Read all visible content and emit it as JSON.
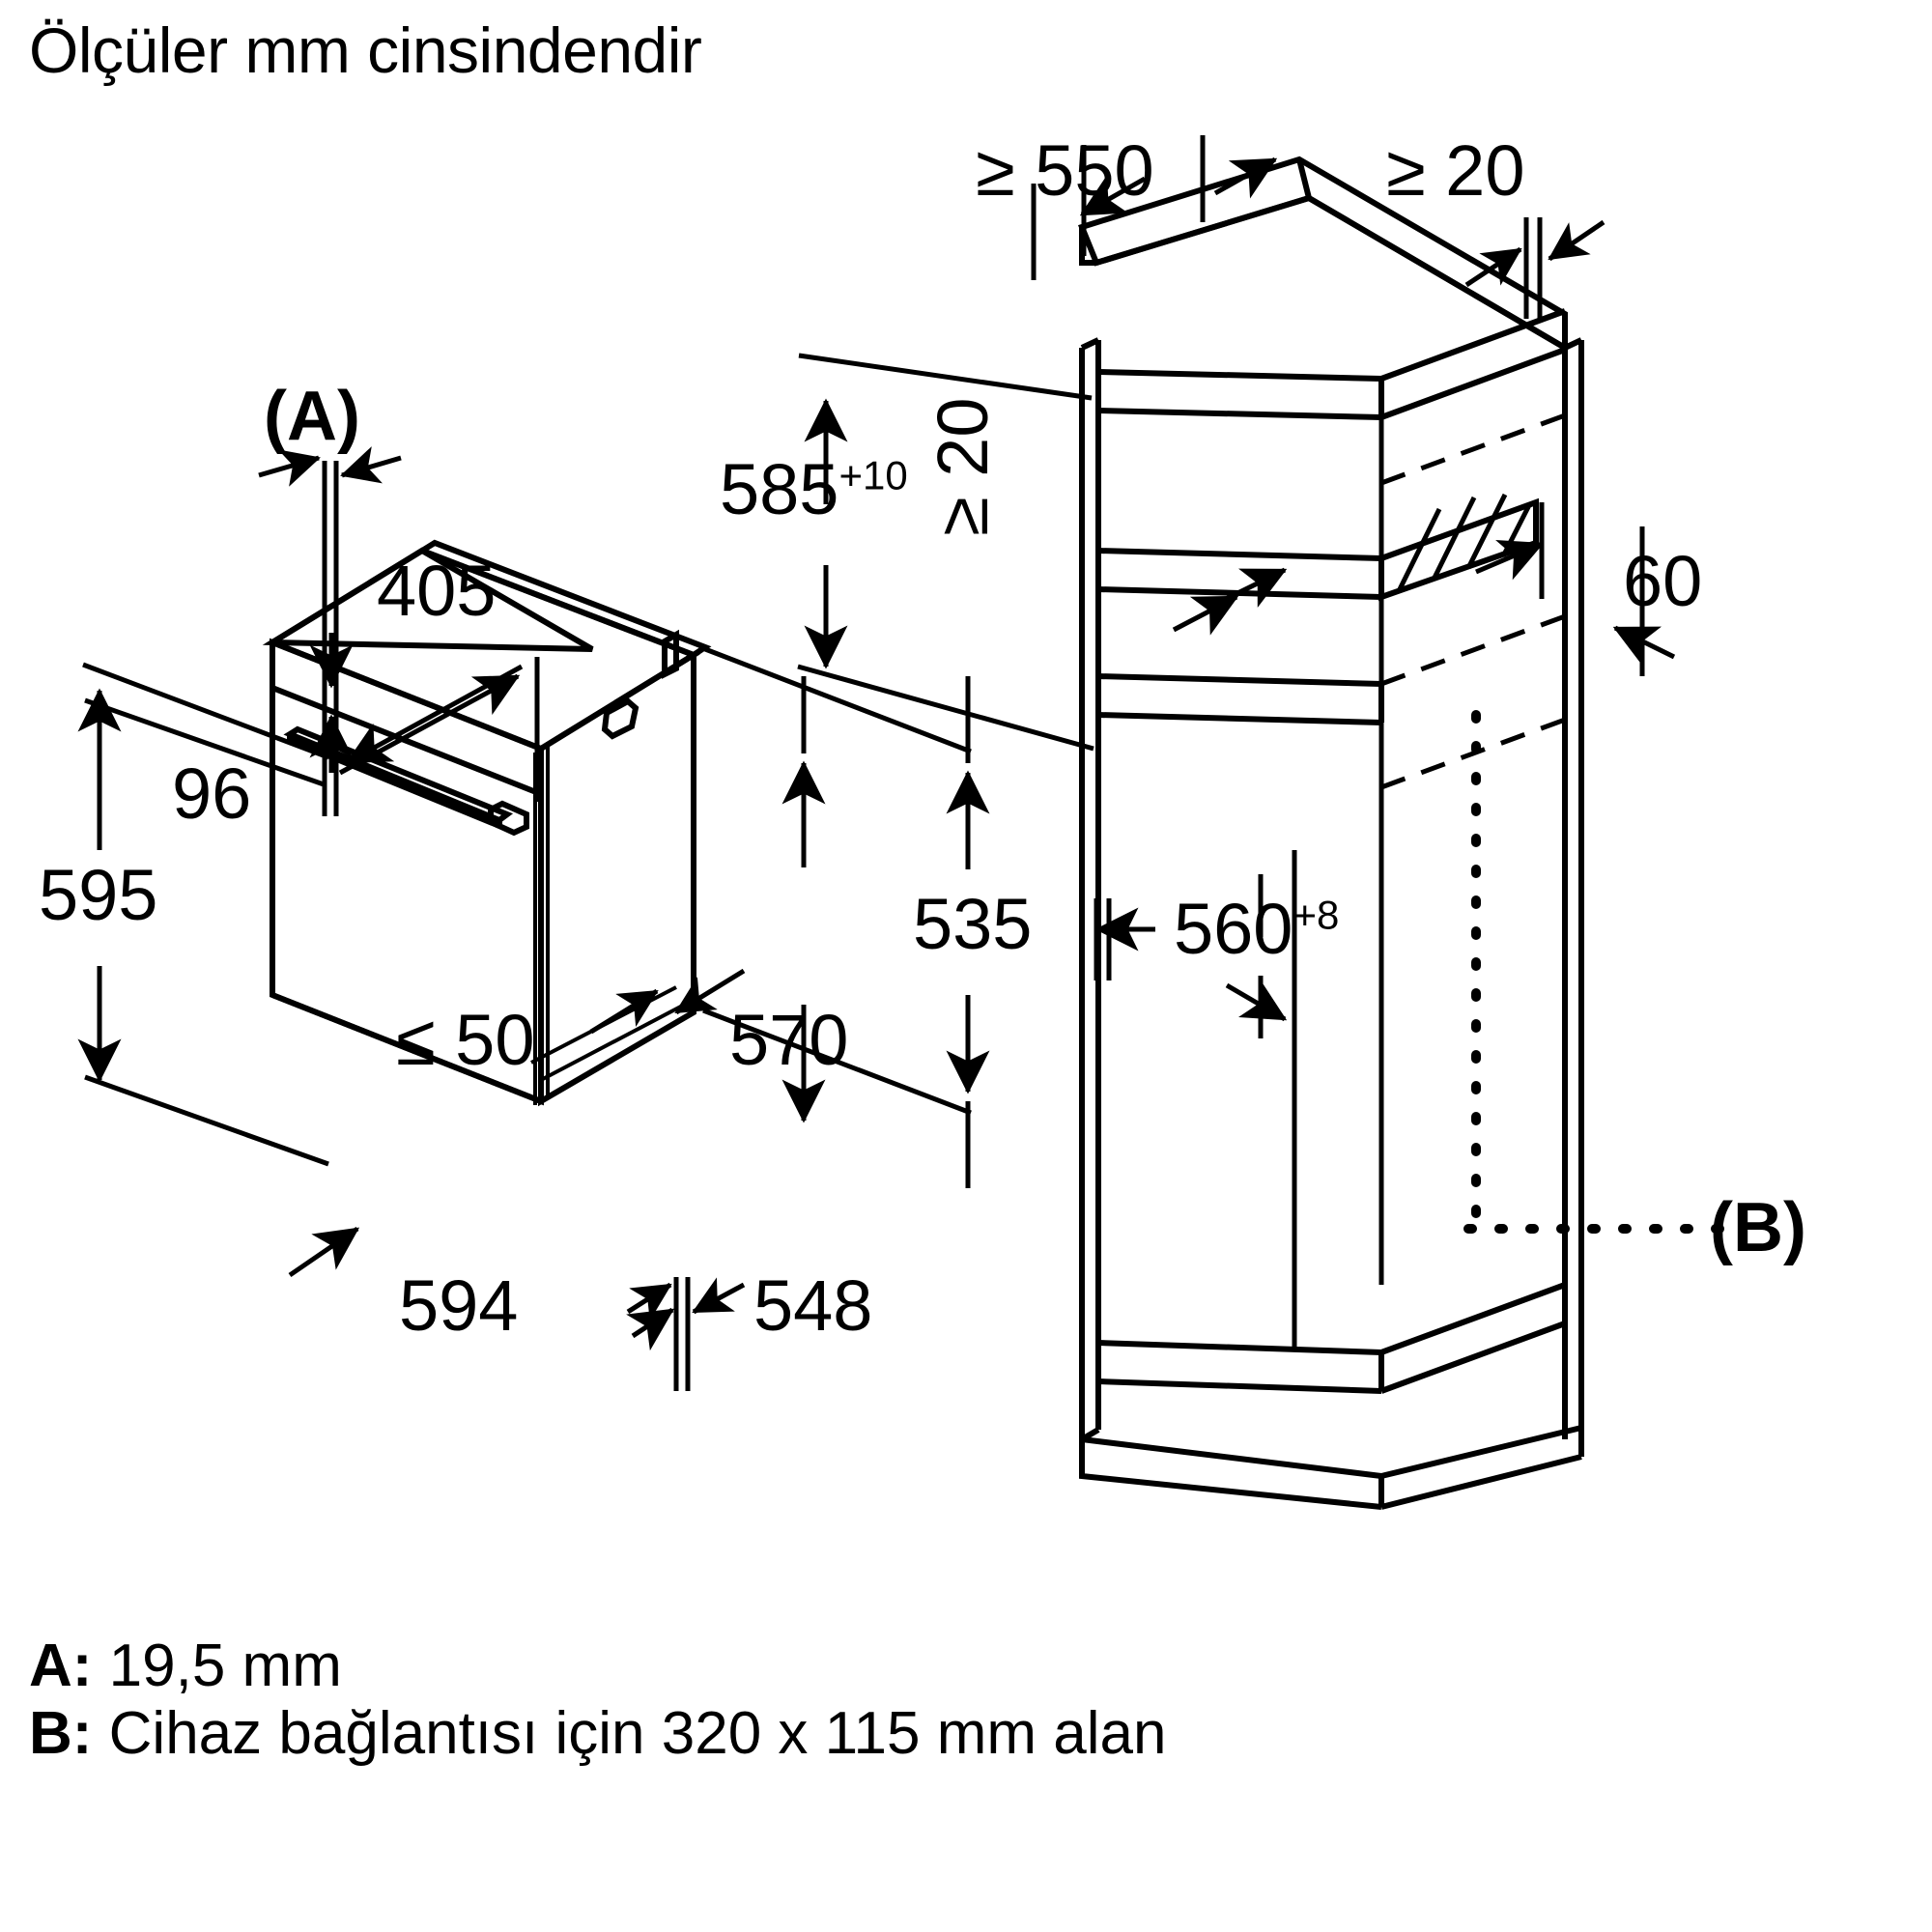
{
  "title": "Ölçüler mm cinsindendir",
  "legend": {
    "a_key": "A:",
    "a_value": "19,5 mm",
    "b_key": "B:",
    "b_value": "Cihaz bağlantısı için 320 x 115 mm alan"
  },
  "tags": {
    "a_marker": "(A)",
    "b_marker": "(B)"
  },
  "appliance_dimensions": {
    "height_overall": "595",
    "panel_height": "96",
    "door_offset": "405",
    "width_front": "594",
    "width_body": "548",
    "depth_body": "570",
    "depth_back": "535",
    "handle_clearance": "≤ 50"
  },
  "cabinet_dimensions": {
    "depth_min": "≥ 550",
    "gap_top": "≥ 20",
    "gap_mid": "≥ 20",
    "niche_height": "585",
    "niche_height_tol": "+10",
    "niche_width": "560",
    "niche_width_tol": "+8",
    "plinth_depth": "60"
  },
  "colors": {
    "ink": "#000000",
    "paper": "#ffffff"
  }
}
